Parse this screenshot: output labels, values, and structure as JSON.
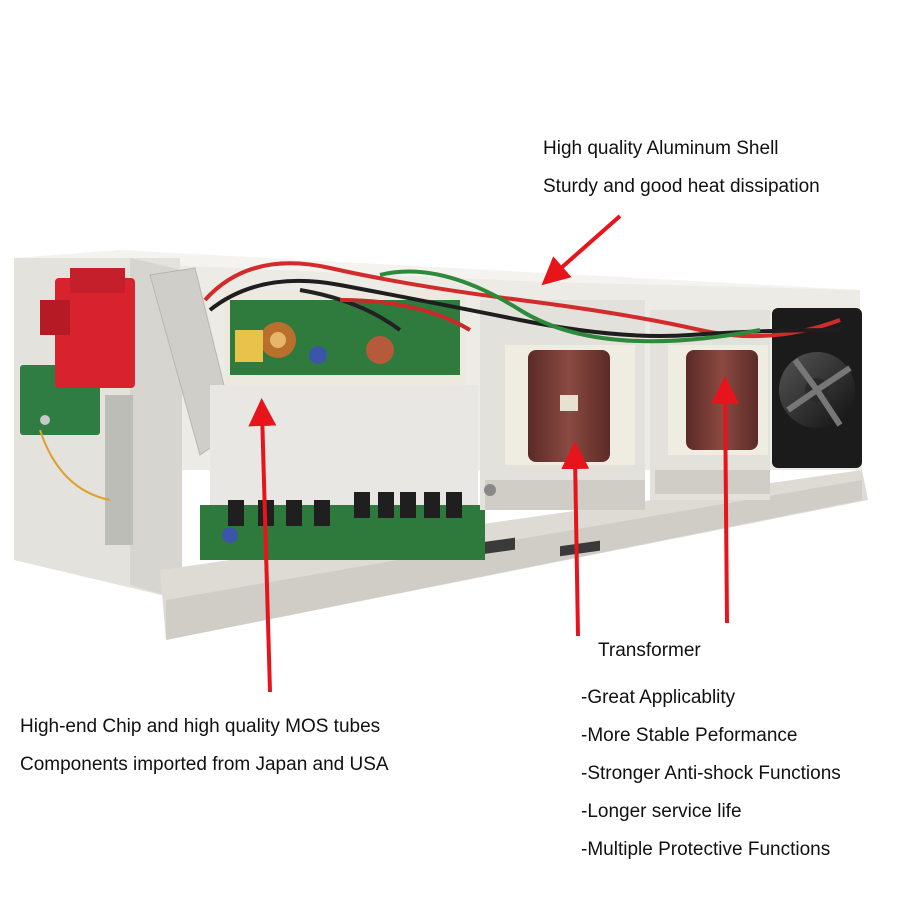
{
  "annotations": {
    "shell": {
      "line1": "High quality Aluminum Shell",
      "line2": "Sturdy and good heat dissipation"
    },
    "chip": {
      "line1": "High-end Chip and high quality MOS tubes",
      "line2": "Components imported from Japan and USA"
    },
    "transformer": {
      "title": "Transformer",
      "features": [
        "-Great Applicablity",
        "-More Stable Peformance",
        "-Stronger Anti-shock Functions",
        "-Longer service life",
        "-Multiple Protective Functions"
      ]
    }
  },
  "colors": {
    "arrow": "#e8141b",
    "shell": "#e9e7e2",
    "coil": "#7a3a34",
    "board": "#2e7a3c",
    "connector": "#d8232f"
  }
}
